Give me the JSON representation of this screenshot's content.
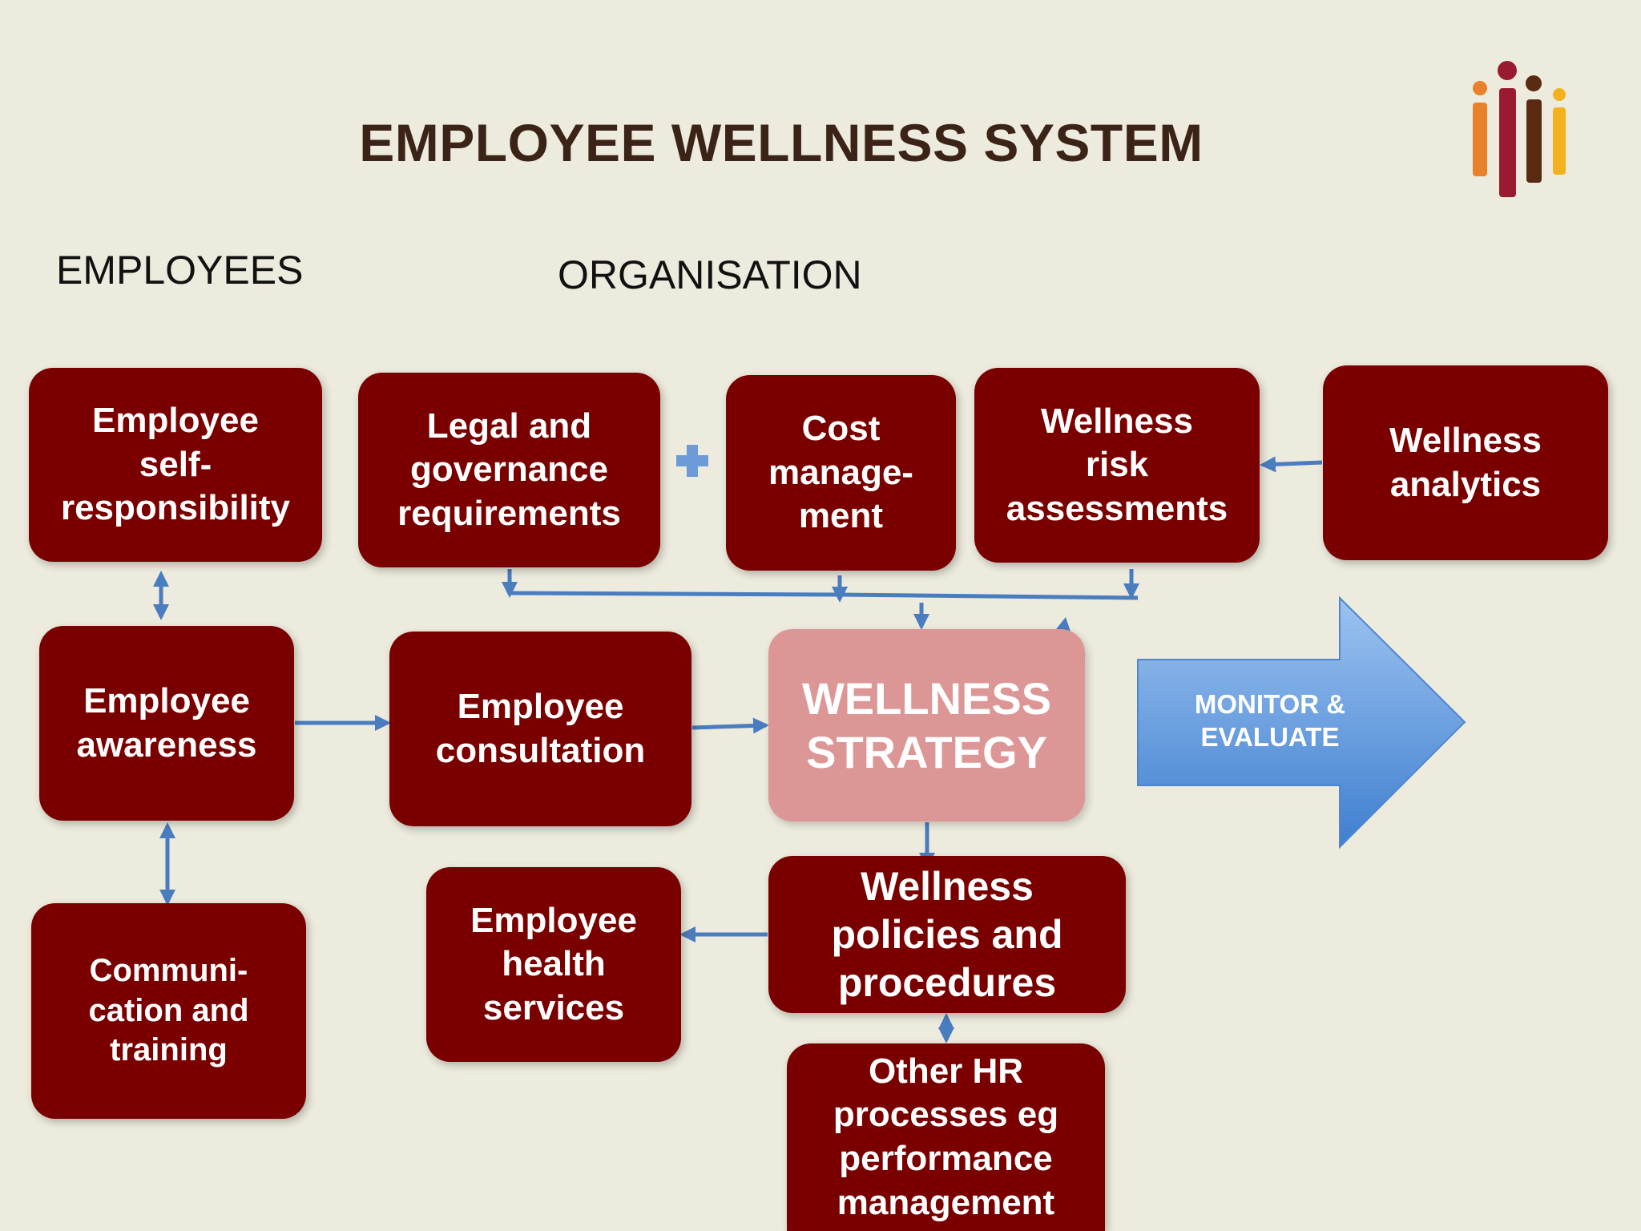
{
  "title": "EMPLOYEE WELLNESS SYSTEM",
  "columns": {
    "employees": "EMPLOYEES",
    "organisation": "ORGANISATION"
  },
  "boxes": {
    "self_responsibility": "Employee\nself-\nresponsibility",
    "legal_governance": "Legal and\ngovernance\nrequirements",
    "cost_management": "Cost\nmanage-\nment",
    "risk_assessments": "Wellness\nrisk\nassessments",
    "analytics": "Wellness\nanalytics",
    "awareness": "Employee\nawareness",
    "consultation": "Employee\nconsultation",
    "strategy": "WELLNESS\nSTRATEGY",
    "communication_training": "Communi-\ncation and\ntraining",
    "health_services": "Employee\nhealth\nservices",
    "policies_procedures": "Wellness\npolicies and\nprocedures",
    "other_hr": "Other HR\nprocesses eg\nperformance\nmanagement"
  },
  "monitor_arrow": {
    "label": "MONITOR &\nEVALUATE"
  },
  "colors": {
    "box": "#7a0000",
    "strategy_box": "#dd9696",
    "connector": "#4a7cc0",
    "background": "#ecebdd",
    "title": "#3b2417",
    "logo": [
      "#e8812a",
      "#9a1b2f",
      "#5a2a12",
      "#f2b21e"
    ]
  }
}
